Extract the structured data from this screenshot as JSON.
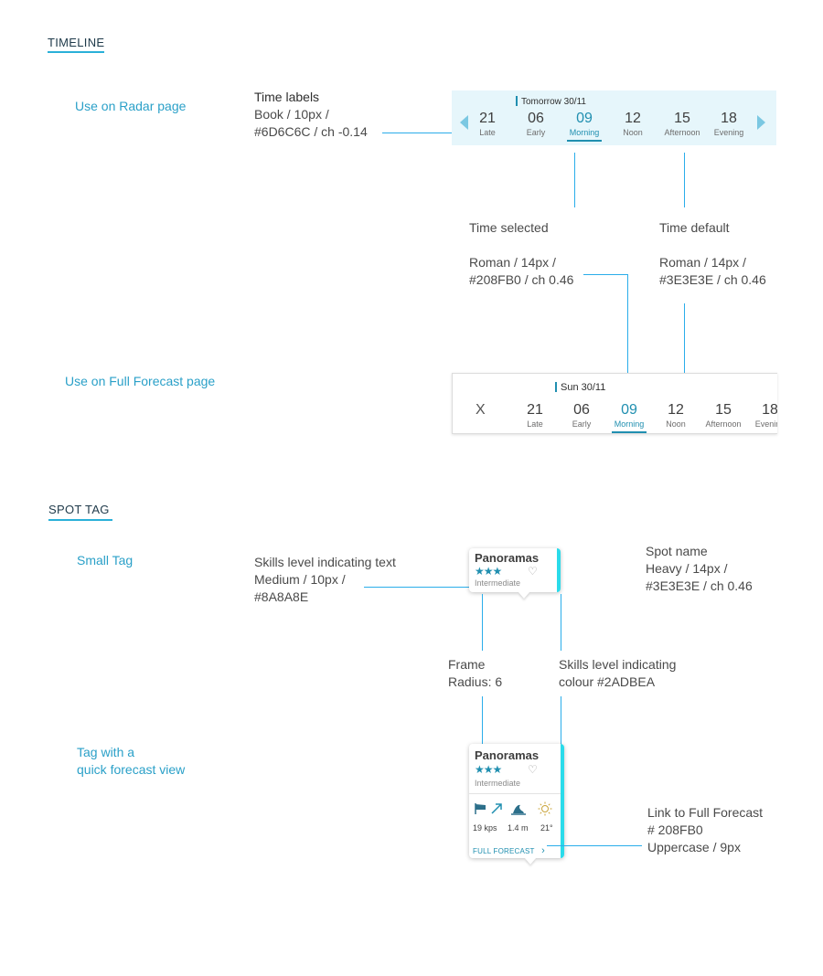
{
  "sections": {
    "timeline": "TIMELINE",
    "spot_tag": "SPOT TAG"
  },
  "side_labels": {
    "radar": "Use on Radar page",
    "full_forecast": "Use on Full Forecast page",
    "small_tag": "Small Tag",
    "tag_forecast_1": "Tag with a",
    "tag_forecast_2": "quick forecast view"
  },
  "notes": {
    "time_labels": {
      "title": "Time labels",
      "l1": "Book / 10px /",
      "l2": "#6D6C6C / ch -0.14"
    },
    "time_selected": {
      "title": "Time selected",
      "l1": "Roman / 14px /",
      "l2": "#208FB0 / ch 0.46"
    },
    "time_default": {
      "title": "Time default",
      "l1": "Roman / 14px /",
      "l2": "#3E3E3E / ch 0.46"
    },
    "skills_text": {
      "title": "Skills level indicating text",
      "l1": "Medium / 10px /",
      "l2": "#8A8A8E"
    },
    "spot_name": {
      "title": "Spot name",
      "l1": "Heavy / 14px /",
      "l2": "#3E3E3E / ch 0.46"
    },
    "frame": {
      "l1": "Frame",
      "l2": "Radius: 6"
    },
    "skills_colour": {
      "l1": "Skills level indicating",
      "l2": "colour #2ADBEA"
    },
    "link": {
      "l1": "Link to Full Forecast",
      "l2": "# 208FB0",
      "l3": "Uppercase / 9px"
    }
  },
  "timeline_radar": {
    "date": "Tomorrow 30/11",
    "slots": [
      {
        "num": "21",
        "label": "Late"
      },
      {
        "num": "06",
        "label": "Early"
      },
      {
        "num": "09",
        "label": "Morning",
        "selected": true
      },
      {
        "num": "12",
        "label": "Noon"
      },
      {
        "num": "15",
        "label": "Afternoon"
      },
      {
        "num": "18",
        "label": "Evening"
      }
    ]
  },
  "timeline_full": {
    "close": "X",
    "date": "Sun 30/11",
    "slots": [
      {
        "num": "21",
        "label": "Late"
      },
      {
        "num": "06",
        "label": "Early"
      },
      {
        "num": "09",
        "label": "Morning",
        "selected": true
      },
      {
        "num": "12",
        "label": "Noon"
      },
      {
        "num": "15",
        "label": "Afternoon"
      },
      {
        "num": "18",
        "label": "Evening"
      }
    ]
  },
  "tag_small": {
    "name": "Panoramas",
    "stars": "★★★",
    "heart": "♡",
    "level": "Intermediate"
  },
  "tag_forecast": {
    "name": "Panoramas",
    "stars": "★★★",
    "heart": "♡",
    "level": "Intermediate",
    "wind": "19 kps",
    "wave": "1.4 m",
    "temp": "21°",
    "link": "FULL FORECAST",
    "link_arrow": "›"
  },
  "colors": {
    "selected": "#208FB0",
    "default": "#3E3E3E",
    "skills": "#2ADBEA",
    "time_label": "#6D6C6C",
    "level_text": "#8A8A8E"
  }
}
